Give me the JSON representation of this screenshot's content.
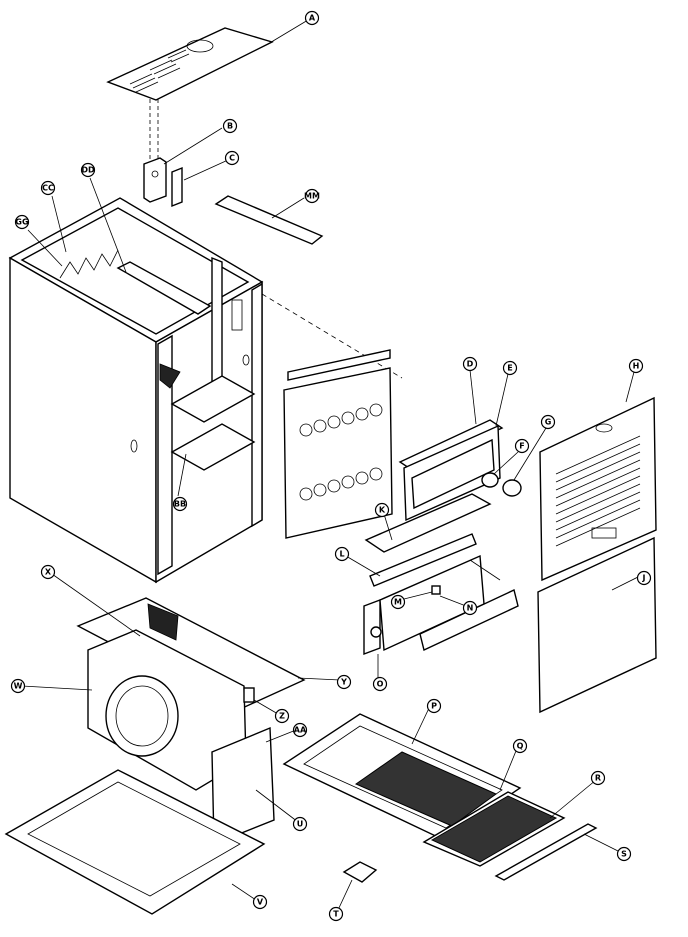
{
  "callouts": {
    "A": "A",
    "B": "B",
    "C": "C",
    "MM": "MM",
    "DD": "DD",
    "CC": "CC",
    "GG": "GG",
    "D": "D",
    "E": "E",
    "H": "H",
    "F": "F",
    "G": "G",
    "K": "K",
    "BB": "BB",
    "L": "L",
    "M": "M",
    "N": "N",
    "J": "J",
    "X": "X",
    "O": "O",
    "Y": "Y",
    "W": "W",
    "Z": "Z",
    "AA": "AA",
    "P": "P",
    "Q": "Q",
    "R": "R",
    "U": "U",
    "S": "S",
    "V": "V",
    "T": "T"
  }
}
